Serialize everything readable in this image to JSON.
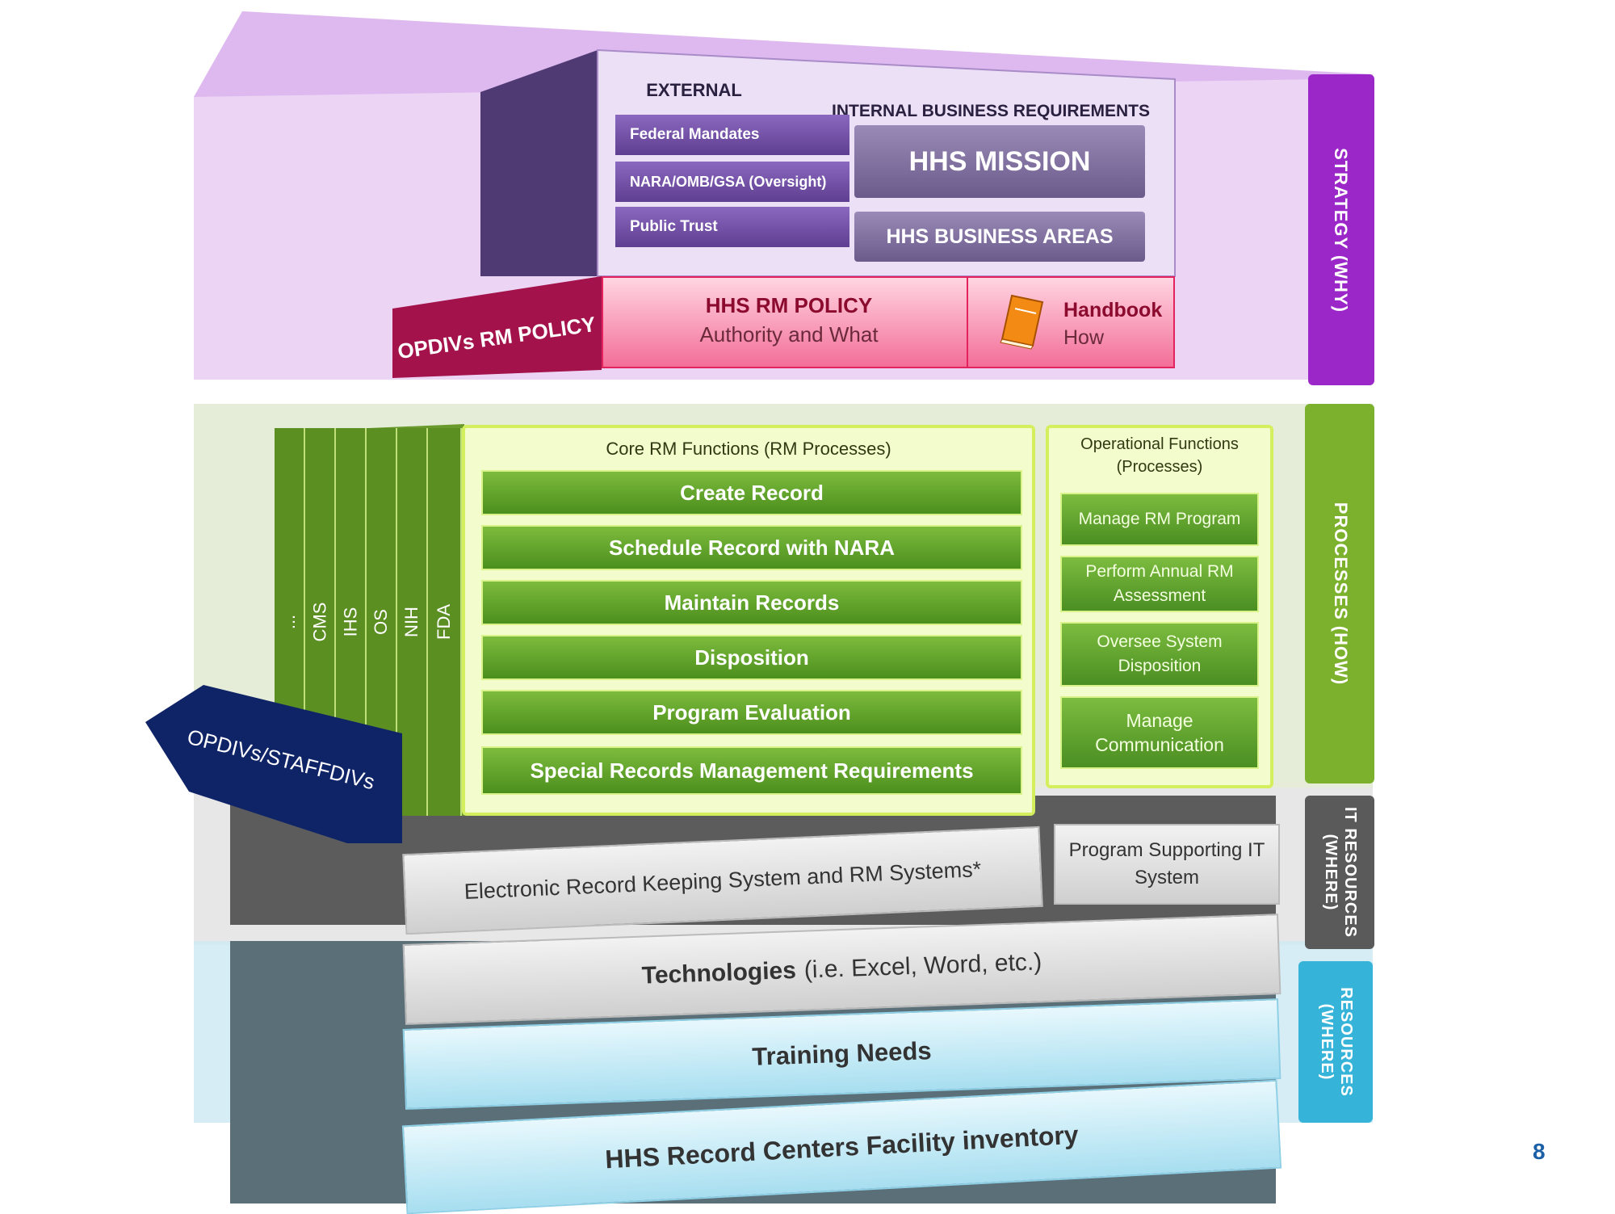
{
  "strategy": {
    "external_header": "EXTERNAL",
    "internal_header": "INTERNAL BUSINESS REQUIREMENTS",
    "external_items": [
      "Federal Mandates",
      "NARA/OMB/GSA (Oversight)",
      "Public Trust"
    ],
    "mission": "HHS MISSION",
    "business_areas": "HHS BUSINESS AREAS",
    "opdivs_policy": "OPDIVs RM POLICY",
    "hhs_policy_title": "HHS RM POLICY",
    "hhs_policy_sub": "Authority and What",
    "handbook_title": "Handbook",
    "handbook_sub": "How",
    "side_label": "STRATEGY (WHY)"
  },
  "processes": {
    "core_header": "Core RM Functions (RM Processes)",
    "core_items": [
      "Create Record",
      "Schedule Record with NARA",
      "Maintain Records",
      "Disposition",
      "Program Evaluation",
      "Special Records Management Requirements"
    ],
    "op_header": "Operational Functions (Processes)",
    "op_items": [
      "Manage RM Program",
      "Perform Annual RM Assessment",
      "Oversee System Disposition",
      "Manage Communication"
    ],
    "opdivs": [
      "...",
      "CMS",
      "IHS",
      "OS",
      "NIH",
      "FDA"
    ],
    "opdivs_arrow": "OPDIVs/STAFFDIVs",
    "side_label": "PROCESSES (HOW)"
  },
  "it_resources": {
    "erk_systems": "Electronic Record Keeping System and RM Systems*",
    "program_it": "Program Supporting IT System",
    "tech_main": "Technologies",
    "tech_sub": "(i.e. Excel, Word, etc.)",
    "side_label": "IT RESOURCES (WHERE)"
  },
  "resources": {
    "training": "Training Needs",
    "record_centers": "HHS Record Centers Facility inventory",
    "side_label": "RESOURCES (WHERE)"
  },
  "page_number": "8",
  "colors": {
    "strategy": "#9b27c9",
    "processes": "#7cb12d",
    "it": "#5a5a5a",
    "resources": "#36b3d8",
    "policy_accent": "#b0124a",
    "arrow": "#0f2367"
  }
}
